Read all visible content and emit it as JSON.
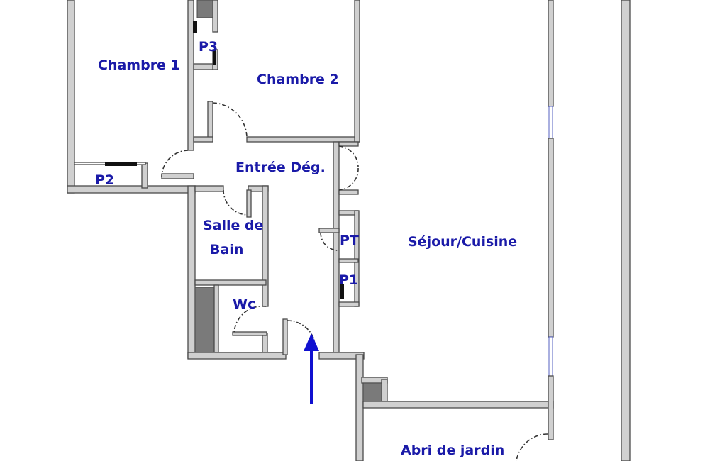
{
  "rooms": {
    "chambre1": "Chambre 1",
    "chambre2": "Chambre 2",
    "p3": "P3",
    "p2": "P2",
    "entree": "Entrée Dég.",
    "salle_de_bain_1": "Salle de",
    "salle_de_bain_2": "Bain",
    "wc": "Wc",
    "pt": "PT",
    "p1": "P1",
    "sejour": "Séjour/Cuisine",
    "abri": "Abri de jardin"
  },
  "colors": {
    "label": "#1a1aa8",
    "arrow": "#1010d0",
    "wall": "#d0d0d0"
  }
}
